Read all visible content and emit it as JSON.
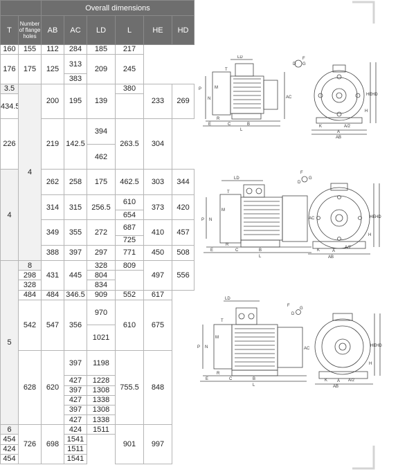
{
  "table": {
    "header_title": "Overall dimensions",
    "columns": [
      "T",
      "Number of flange holes",
      "AB",
      "AC",
      "LD",
      "L",
      "HE",
      "HD"
    ],
    "t_groups": [
      "3.5",
      "4",
      "5",
      "6"
    ],
    "flange_groups": [
      "4",
      "8"
    ],
    "rows": [
      {
        "AB": "160",
        "AC": "155",
        "LD": "112",
        "L": [
          "284"
        ],
        "HE": "185",
        "HD": "217"
      },
      {
        "AB": "176",
        "AC": "175",
        "LD": "125",
        "L": [
          "313",
          "383"
        ],
        "HE": "209",
        "HD": "245"
      },
      {
        "AB": "200",
        "AC": "195",
        "LD": "139",
        "L": [
          "380",
          "434.5"
        ],
        "HE": "233",
        "HD": "269"
      },
      {
        "AB": "226",
        "AC": "219",
        "LD": "142.5",
        "L": [
          "394",
          "462"
        ],
        "HE": "263.5",
        "HD": "304"
      },
      {
        "AB": "262",
        "AC": "258",
        "LD": "175",
        "L": [
          "462.5"
        ],
        "HE": "303",
        "HD": "344"
      },
      {
        "AB": "314",
        "AC": "315",
        "LD": "256.5",
        "L": [
          "610",
          "654"
        ],
        "HE": "373",
        "HD": "420"
      },
      {
        "AB": "349",
        "AC": "355",
        "LD": "272",
        "L": [
          "687",
          "725"
        ],
        "HE": "410",
        "HD": "457"
      },
      {
        "AB": "388",
        "AC": "397",
        "LD": "297",
        "L": [
          "771"
        ],
        "HE": "450",
        "HD": "508"
      },
      {
        "AB": "431",
        "AC": "445",
        "LD": [
          "328",
          "298",
          "328"
        ],
        "L": [
          "809",
          "804",
          "834"
        ],
        "HE": "497",
        "HD": "556"
      },
      {
        "AB": "484",
        "AC": "484",
        "LD": "346.5",
        "L": [
          "909"
        ],
        "HE": "552",
        "HD": "617"
      },
      {
        "AB": "542",
        "AC": "547",
        "LD": "356",
        "L": [
          "970",
          "1021"
        ],
        "HE": "610",
        "HD": "675"
      },
      {
        "AB": "628",
        "AC": "620",
        "LD": [
          "397",
          "427",
          "397",
          "427",
          "397",
          "427"
        ],
        "L": [
          "1198",
          "1228",
          "1308",
          "1338",
          "1308",
          "1338"
        ],
        "HE": "755.5",
        "HD": "848"
      },
      {
        "AB": "726",
        "AC": "698",
        "LD": [
          "424",
          "454",
          "424",
          "454"
        ],
        "L": [
          "1511",
          "1541",
          "1511",
          "1541"
        ],
        "HE": "901",
        "HD": "997"
      }
    ]
  },
  "drawings": {
    "labels": {
      "ld": "LD",
      "t": "T",
      "f": "F",
      "g": "G",
      "d": "D",
      "p": "P",
      "n": "N",
      "m": "M",
      "ac": "AC",
      "e": "E",
      "r": "R",
      "c": "C",
      "b": "B",
      "l": "L",
      "hd": "HD",
      "he": "HE",
      "h": "H",
      "k": "K",
      "a2": "A/2",
      "a": "A",
      "ab": "AB"
    }
  },
  "colors": {
    "header_bg": "#6e6e6e",
    "group_bg": "#f1f1f1",
    "border": "#b5b5b5"
  }
}
